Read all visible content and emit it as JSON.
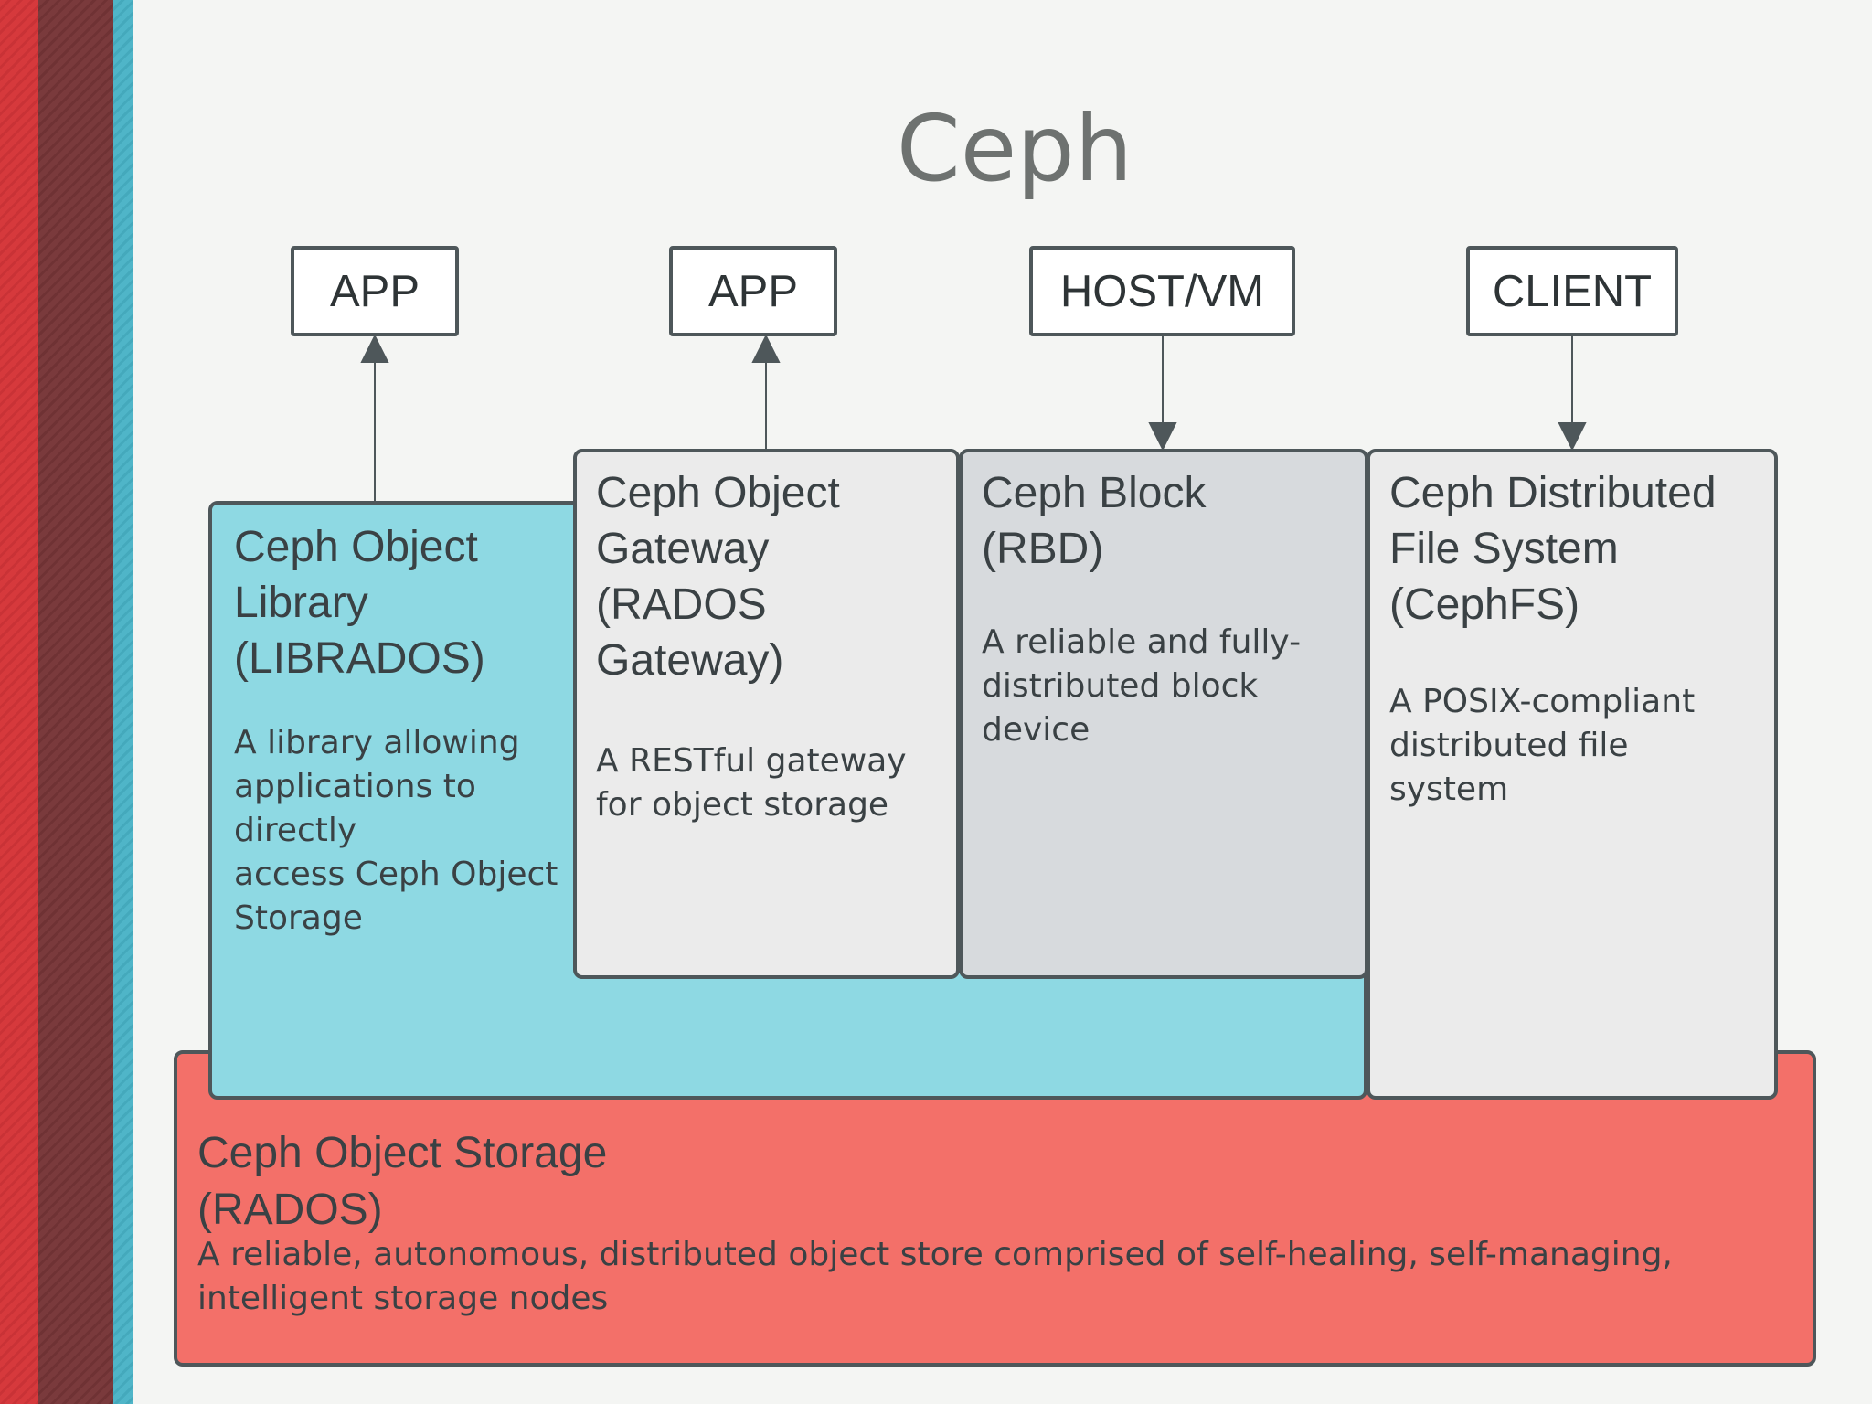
{
  "title": "Ceph",
  "top_boxes": [
    {
      "label": "APP"
    },
    {
      "label": "APP"
    },
    {
      "label": "HOST/VM"
    },
    {
      "label": "CLIENT"
    }
  ],
  "components": {
    "librados": {
      "heading": "Ceph Object\nLibrary\n(LIBRADOS)",
      "description": "A library allowing\napplications to\ndirectly\naccess Ceph Object\nStorage",
      "color": "#8ed9e3"
    },
    "rgw": {
      "heading": "Ceph Object\nGateway\n(RADOS\nGateway)",
      "description": "A RESTful gateway\nfor object storage",
      "color": "#ebebeb"
    },
    "rbd": {
      "heading": "Ceph Block\n(RBD)",
      "description": "A reliable and fully-\ndistributed block\ndevice",
      "color": "#d7dadd"
    },
    "cephfs": {
      "heading": "Ceph Distributed\nFile System\n(CephFS)",
      "description": "A POSIX-compliant\ndistributed file\nsystem",
      "color": "#ebebeb"
    },
    "rados": {
      "heading": "Ceph Object Storage\n(RADOS)",
      "description": "A reliable, autonomous, distributed object store comprised of self-healing, self-managing,\nintelligent storage nodes",
      "color": "#f37069"
    }
  },
  "connections": [
    {
      "from": "librados",
      "to": "APP",
      "direction": "up"
    },
    {
      "from": "rgw",
      "to": "APP",
      "direction": "up"
    },
    {
      "from": "HOST/VM",
      "to": "rbd",
      "direction": "down"
    },
    {
      "from": "CLIENT",
      "to": "cephfs",
      "direction": "down"
    }
  ],
  "colors": {
    "background": "#f4f5f3",
    "border": "#4e575a",
    "text": "#3a4144",
    "title": "#6e7270",
    "accent_red": "#d6393c",
    "accent_maroon": "#7a3a3c",
    "accent_teal": "#4fb5c8"
  }
}
